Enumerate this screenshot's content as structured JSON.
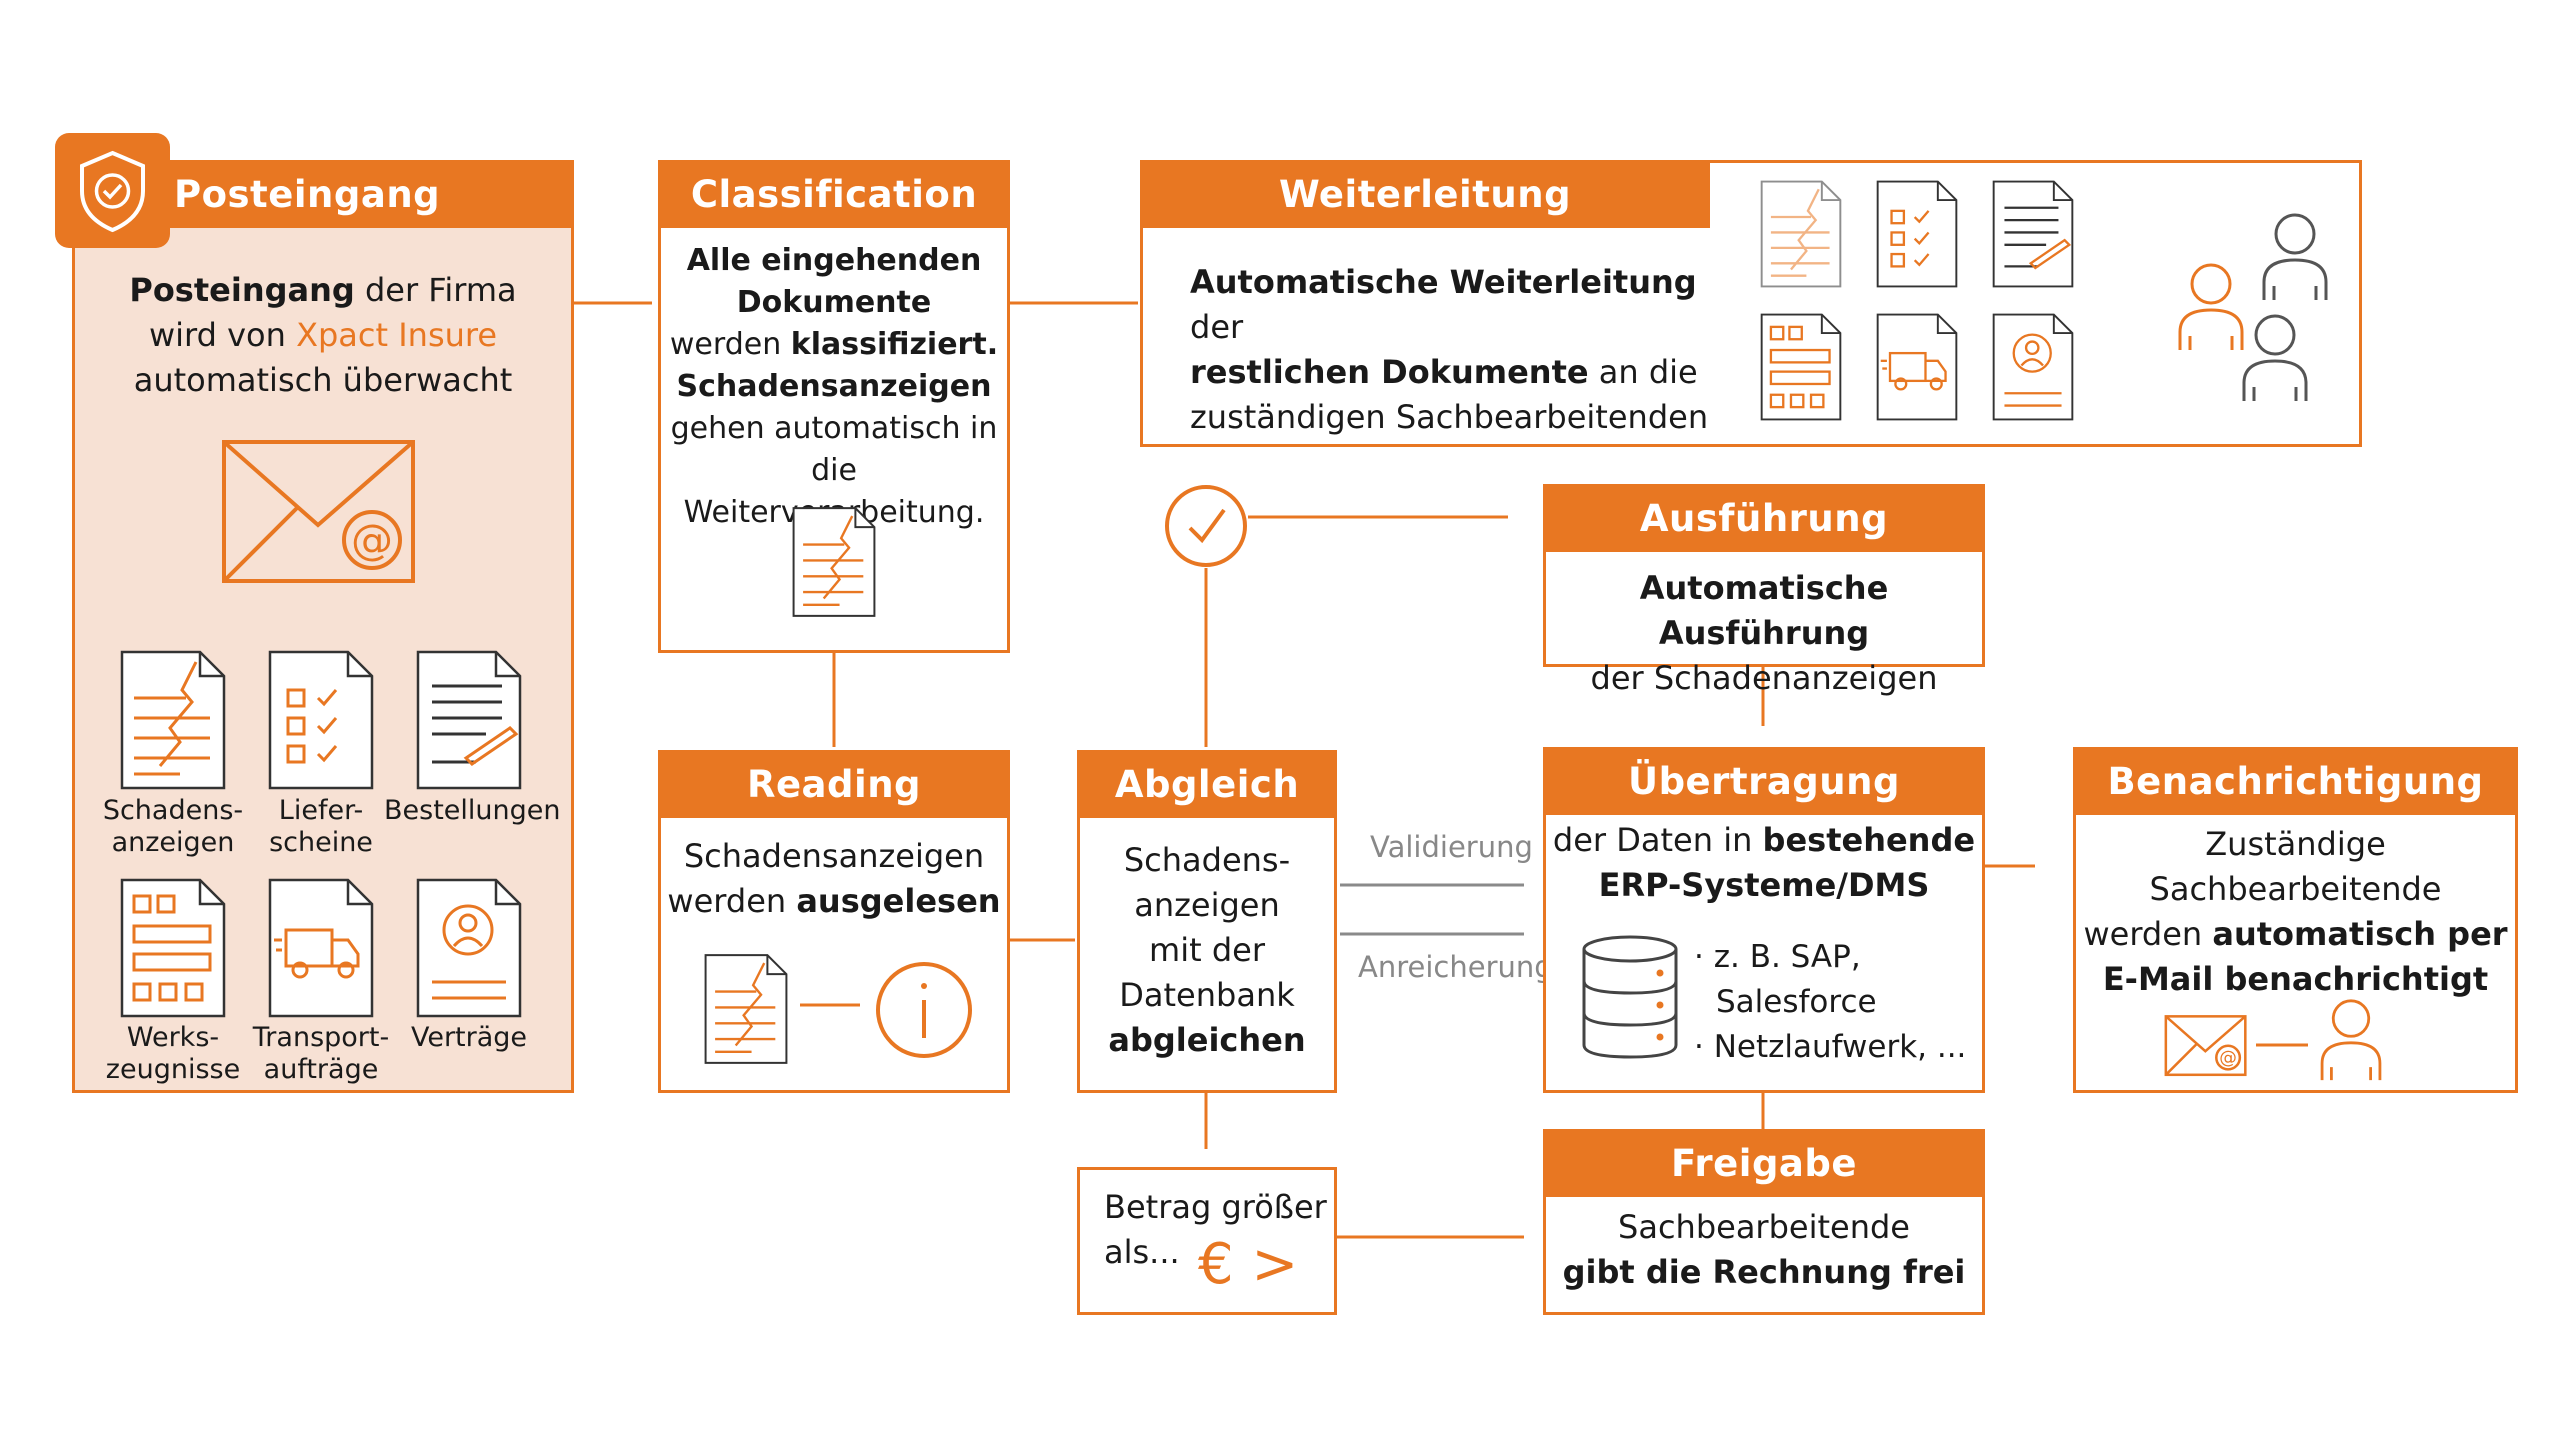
{
  "colors": {
    "accent": "#e87722",
    "tint": "#f7e1d4",
    "gray": "#888888"
  },
  "posteingang": {
    "title": "Posteingang",
    "text1_bold": "Posteingang",
    "text1_rest": " der Firma",
    "text2_pre": "wird von ",
    "text2_brand": "Xpact Insure",
    "text3": "automatisch überwacht",
    "docs": [
      {
        "l1": "Schadens-",
        "l2": "anzeigen"
      },
      {
        "l1": "Liefer-",
        "l2": "scheine"
      },
      {
        "l1": "Bestellungen",
        "l2": ""
      },
      {
        "l1": "Werks-",
        "l2": "zeugnisse"
      },
      {
        "l1": "Transport-",
        "l2": "aufträge"
      },
      {
        "l1": "Verträge",
        "l2": ""
      }
    ]
  },
  "classification": {
    "title": "Classification",
    "l1": "Alle eingehenden",
    "l2": "Dokumente",
    "l3_pre": "werden ",
    "l3_bold": "klassifiziert.",
    "l4": "Schadensanzeigen",
    "l5": "gehen automatisch in",
    "l6": "die Weiterverarbeitung."
  },
  "weiterleitung": {
    "title": "Weiterleitung",
    "l1_bold": "Automatische Weiterleitung",
    "l1_rest": " der",
    "l2_bold": "restlichen Dokumente",
    "l2_rest": " an die",
    "l3": "zuständigen Sachbearbeitenden"
  },
  "reading": {
    "title": "Reading",
    "l1": "Schadensanzeigen",
    "l2_pre": "werden ",
    "l2_bold": "ausgelesen"
  },
  "abgleich": {
    "title": "Abgleich",
    "l1": "Schadens-",
    "l2": "anzeigen",
    "l3": "mit der",
    "l4": "Datenbank",
    "l5": "abgleichen"
  },
  "betrag": {
    "l1": "Betrag größer",
    "l2": "als...",
    "symbol": "€ >"
  },
  "ausfuehrung": {
    "title": "Ausführung",
    "l1": "Automatische Ausführung",
    "l2": "der Schadenanzeigen"
  },
  "uebertragung": {
    "title": "Übertragung",
    "l1": "der Daten in ",
    "l1_bold": "bestehende",
    "l2": "ERP-Systeme/DMS",
    "bullets": [
      "· z. B. SAP,",
      "Salesforce",
      "· Netzlaufwerk, ..."
    ]
  },
  "freigabe": {
    "title": "Freigabe",
    "l1": "Sachbearbeitende",
    "l2": "gibt die Rechnung frei"
  },
  "benachrichtigung": {
    "title": "Benachrichtigung",
    "l1": "Zuständige",
    "l2": "Sachbearbeitende",
    "l3_pre": "werden ",
    "l3_bold": "automatisch per",
    "l4": "E-Mail benachrichtigt"
  },
  "edges": {
    "validierung": "Validierung",
    "anreicherung": "Anreicherung"
  },
  "icons": [
    "shield-check-icon",
    "envelope-at-icon",
    "damage-report-icon",
    "checklist-icon",
    "order-icon",
    "certificate-icon",
    "truck-icon",
    "contract-icon",
    "person-icon",
    "info-icon",
    "check-circle-icon",
    "database-icon"
  ]
}
